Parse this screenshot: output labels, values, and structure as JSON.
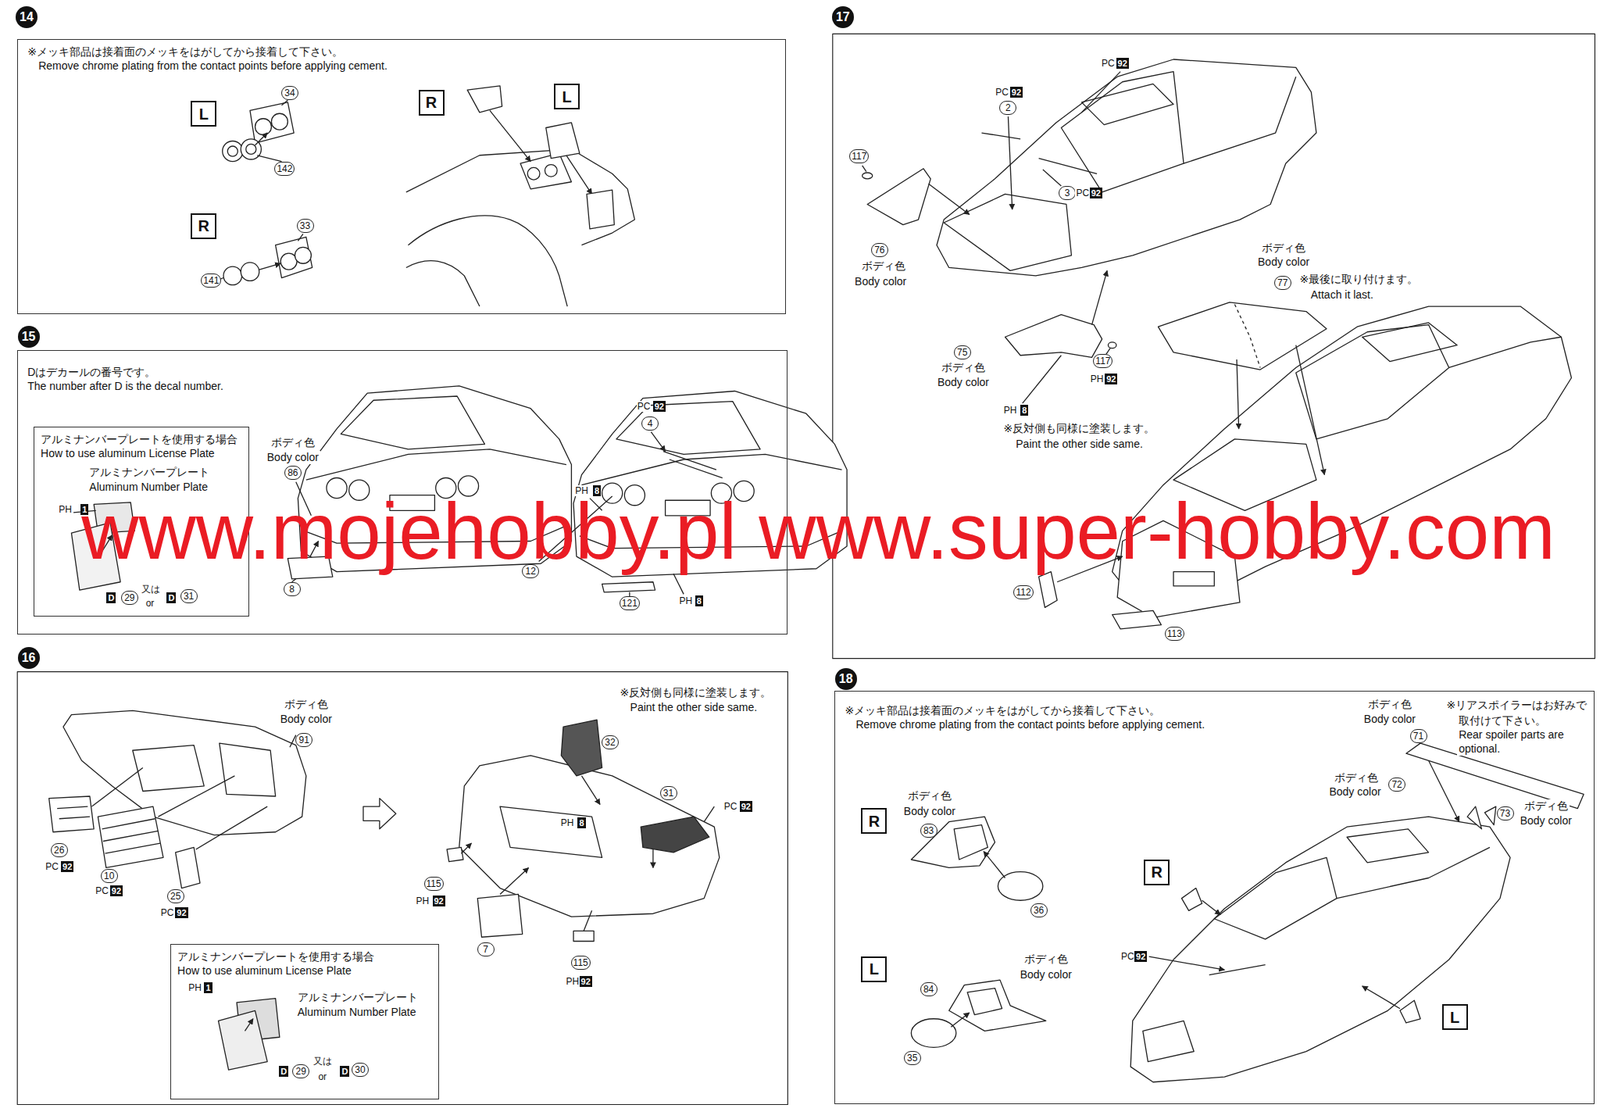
{
  "diagram": {
    "nodes": [
      {
        "text": [
          "14"
        ]
      },
      {
        "text": [
          "※メッキ部品は接着面のメッキをはがしてから接着して下さい。",
          "Remove chrome plating from the contact points before applying cement."
        ]
      },
      {
        "text": [
          "L"
        ],
        "in": 1
      },
      {
        "text": [
          "R"
        ],
        "in": 1
      },
      {
        "text": [
          "R"
        ],
        "in": 1
      },
      {
        "text": [
          "L"
        ],
        "in": 1
      },
      {
        "text": [
          "15"
        ]
      },
      {
        "text": [
          "Dはデカールの番号です。",
          "The number after D is the decal number."
        ]
      },
      {
        "text": [
          "アルミナンバープレートを使用する場合",
          "How to use aluminum License Plate"
        ],
        "in": 7
      },
      {
        "text": [
          "16"
        ]
      },
      {
        "text": [
          "アルミナンバープレートを使用する場合",
          "How to use aluminum License Plate"
        ]
      },
      {
        "text": [
          "17"
        ]
      },
      {
        "text": [
          "18"
        ]
      },
      {
        "text": [
          "※メッキ部品は接着面のメッキをはがしてから接着して下さい。",
          "Remove chrome plating from the contact points before applying cement."
        ]
      },
      {
        "text": [
          "R"
        ],
        "in": 13
      },
      {
        "text": [
          "L"
        ],
        "in": 13
      },
      {
        "text": [
          "R"
        ],
        "in": 13
      },
      {
        "text": [
          "L"
        ],
        "in": 13
      }
    ],
    "labels": [
      "34",
      "142",
      "33",
      "141",
      "アルミナンバープレート",
      "Aluminum Number Plate",
      "PH",
      "1",
      "D",
      "29",
      "又は",
      "or",
      "D",
      "31",
      "ボディ色",
      "Body color",
      "86",
      "8",
      "PC",
      "92",
      "4",
      "PH",
      "8",
      "12",
      "121",
      "PH",
      "8",
      "www.mojehobby.pl www.super-hobby.com",
      "ボディ色",
      "Body color",
      "91",
      "26",
      "PC",
      "92",
      "10",
      "PC",
      "92",
      "25",
      "PC",
      "92",
      "※反対側も同様に塗装します。",
      "Paint the other side same.",
      "32",
      "31",
      "PC",
      "92",
      "PH",
      "8",
      "115",
      "PH",
      "92",
      "7",
      "115",
      "PH",
      "92",
      "PH",
      "1",
      "アルミナンバープレート",
      "Aluminum Number Plate",
      "D",
      "29",
      "又は",
      "or",
      "D",
      "30",
      "PC",
      "92",
      "2",
      "PC",
      "92",
      "117",
      "3",
      "PC",
      "92",
      "76",
      "ボディ色",
      "Body color",
      "ボディ色",
      "Body color",
      "77",
      "※最後に取り付けます。",
      "Attach it last.",
      "75",
      "ボディ色",
      "Body color",
      "117",
      "PH",
      "92",
      "PH",
      "8",
      "※反対側も同様に塗装します。",
      "Paint the other side same.",
      "112",
      "113",
      "ボディ色",
      "Body color",
      "83",
      "36",
      "84",
      "ボディ色",
      "Body color",
      "35",
      "ボディ色",
      "Body color",
      "71",
      "※リアスポイラーはお好みで",
      "取付けて下さい。",
      "Rear spoiler parts are",
      "optional.",
      "ボディ色",
      "Body color",
      "72",
      "73",
      "ボディ色",
      "Body color",
      "PC",
      "92"
    ]
  }
}
